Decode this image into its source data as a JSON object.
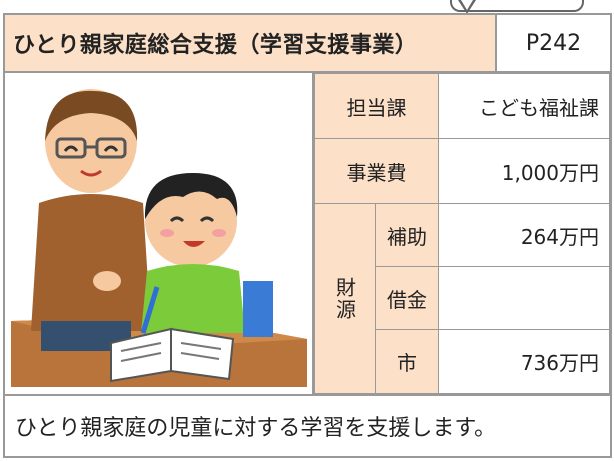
{
  "title": "ひとり親家庭総合支援（学習支援事業）",
  "page": "P242",
  "rows": {
    "department_label": "担当課",
    "department_value": "こども福祉課",
    "cost_label": "事業費",
    "cost_value": "1,000万円",
    "funding_label": "財源",
    "subsidy_label": "補助",
    "subsidy_value": "264万円",
    "loan_label": "借金",
    "loan_value": "",
    "city_label": "市",
    "city_value": "736万円"
  },
  "description": "ひとり親家庭の児童に対する学習を支援します。",
  "colors": {
    "label_bg": "#fce0c8",
    "border": "#999999"
  },
  "illustration": {
    "icon": "parent-helping-child-study-illustration"
  }
}
